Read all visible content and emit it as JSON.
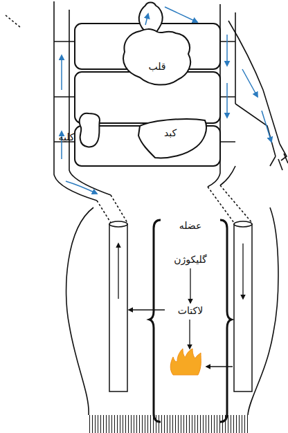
{
  "diagram": {
    "nodes": [
      {
        "text": [
          "قلب"
        ]
      },
      {
        "text": [
          "کلیه"
        ]
      },
      {
        "text": [
          "کبد"
        ]
      },
      {
        "text": [
          "عضله"
        ]
      },
      {
        "text": [
          "گلیکوژن"
        ],
        "in": 3
      },
      {
        "text": [
          "لاکتات"
        ],
        "in": 3
      }
    ],
    "edges": [
      {
        "from": 4,
        "to": 5,
        "arrow": "to"
      }
    ]
  }
}
